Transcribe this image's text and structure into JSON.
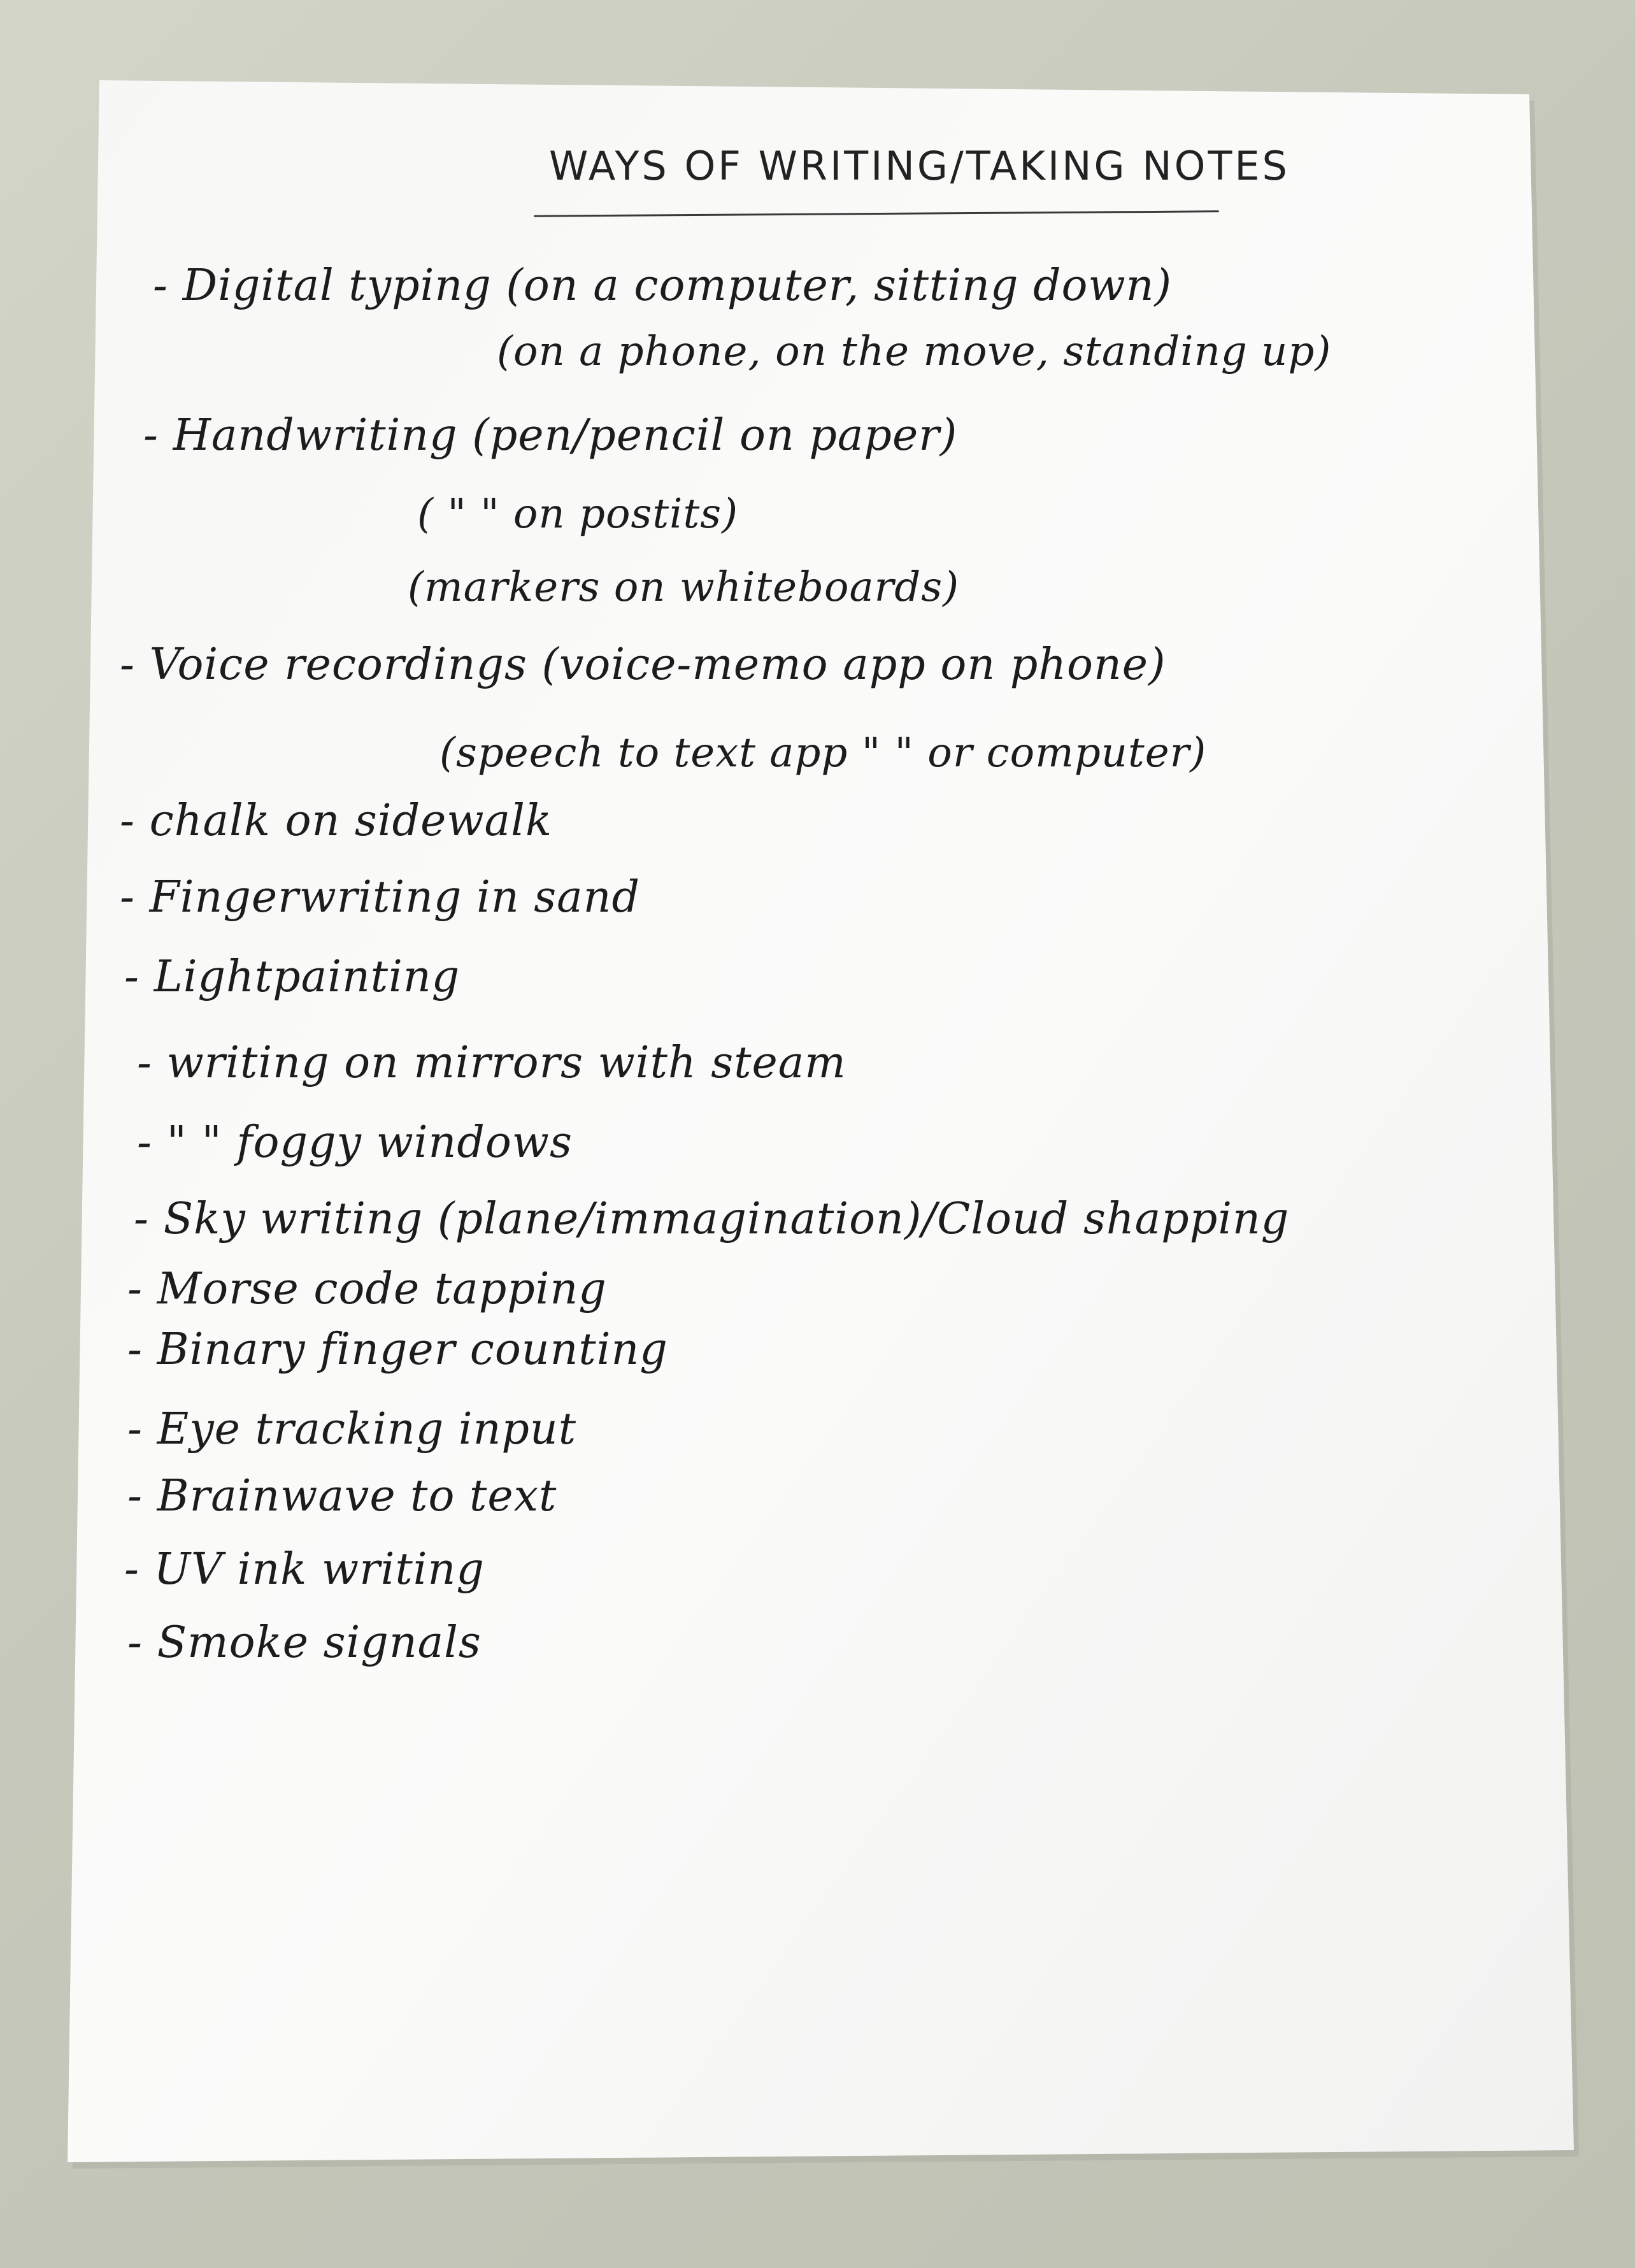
{
  "title": "WAYS OF WRITING/TAKING NOTES",
  "items": [
    {
      "main": "- Digital typing (on a computer, sitting down)",
      "subs": [
        "(on a phone, on the move, standing up)"
      ]
    },
    {
      "main": "- Handwriting (pen/pencil on paper)",
      "subs": [
        "( \"   \"   on postits)",
        "(markers on whiteboards)"
      ]
    },
    {
      "main": "- Voice recordings (voice-memo app on phone)",
      "subs": [
        "(speech to text app  \"  \" or  computer)"
      ]
    },
    {
      "main": "- chalk on sidewalk",
      "subs": []
    },
    {
      "main": "- Fingerwriting in sand",
      "subs": []
    },
    {
      "main": "- Lightpainting",
      "subs": []
    },
    {
      "main": "- writing on mirrors with steam",
      "subs": []
    },
    {
      "main": "-  \"    \"  foggy windows",
      "subs": []
    },
    {
      "main": "- Sky writing (plane/immagination)/Cloud shapping",
      "subs": []
    },
    {
      "main": "- Morse code tapping",
      "subs": []
    },
    {
      "main": "- Binary finger counting",
      "subs": []
    },
    {
      "main": "- Eye tracking input",
      "subs": []
    },
    {
      "main": "- Brainwave to text",
      "subs": []
    },
    {
      "main": "- UV ink writing",
      "subs": []
    },
    {
      "main": "- Smoke signals",
      "subs": []
    }
  ],
  "colors": {
    "paper": "#fafafa",
    "ink": "#1c1c1e",
    "background": "#c9cbbf"
  }
}
